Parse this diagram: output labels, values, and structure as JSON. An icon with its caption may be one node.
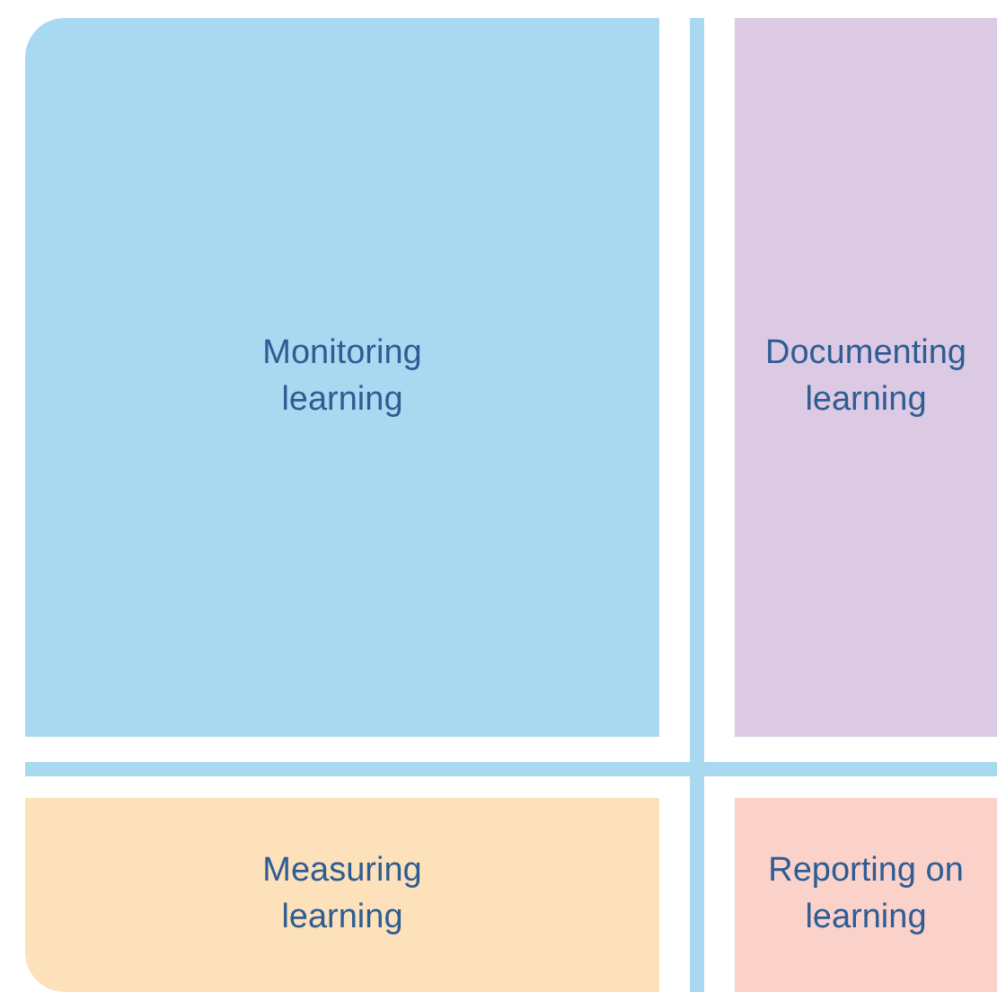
{
  "diagram": {
    "nodes": [
      {
        "text": [
          "Monitoring learning"
        ]
      },
      {
        "text": [
          "Documenting learning"
        ]
      },
      {
        "text": [
          "Measuring learning"
        ]
      },
      {
        "text": [
          "Reporting on learning"
        ]
      }
    ]
  }
}
